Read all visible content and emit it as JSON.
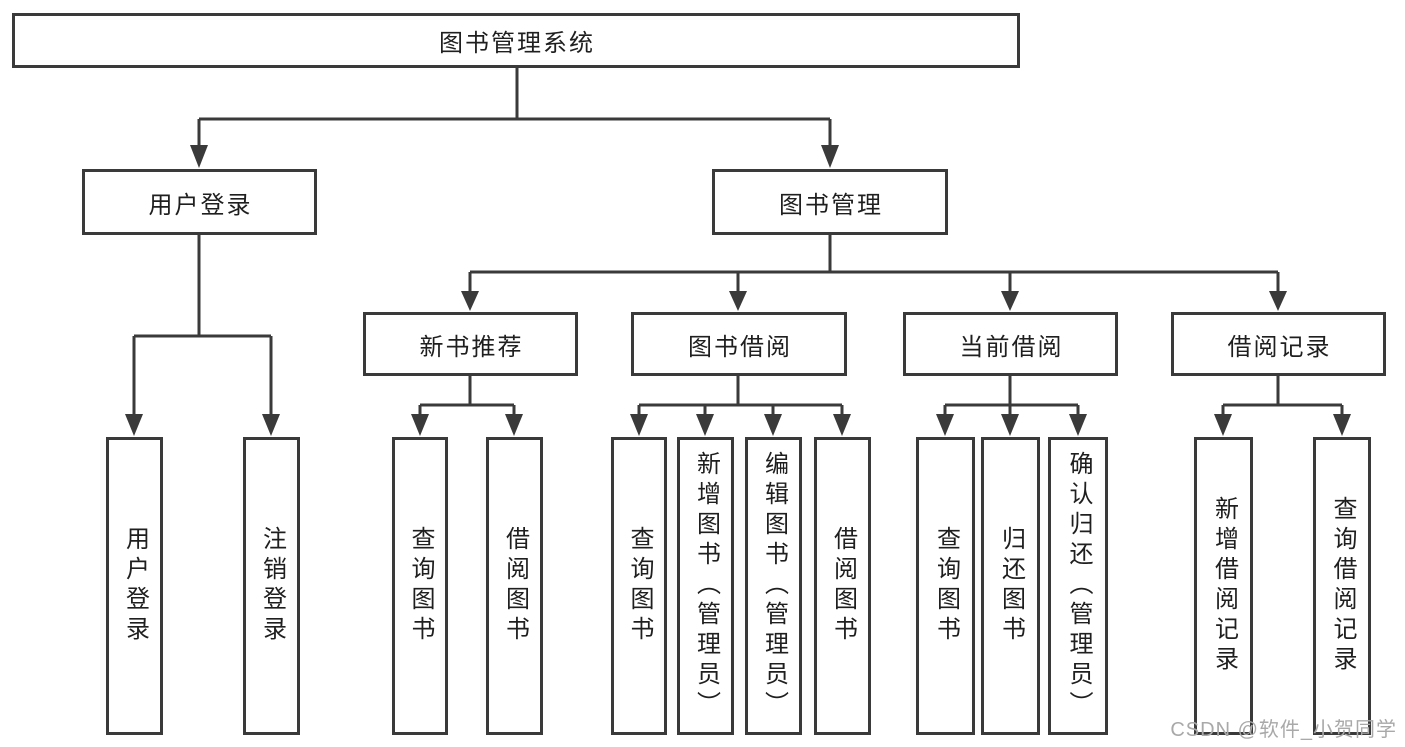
{
  "diagram": {
    "root": {
      "label": "图书管理系统"
    },
    "branches": [
      {
        "label": "用户登录",
        "children": [
          {
            "label": "用户登录"
          },
          {
            "label": "注销登录"
          }
        ]
      },
      {
        "label": "图书管理",
        "children": [
          {
            "label": "新书推荐",
            "children": [
              {
                "label": "查询图书"
              },
              {
                "label": "借阅图书"
              }
            ]
          },
          {
            "label": "图书借阅",
            "children": [
              {
                "label": "查询图书"
              },
              {
                "label": "新增图书（管理员）"
              },
              {
                "label": "编辑图书（管理员）"
              },
              {
                "label": "借阅图书"
              }
            ]
          },
          {
            "label": "当前借阅",
            "children": [
              {
                "label": "查询图书"
              },
              {
                "label": "归还图书"
              },
              {
                "label": "确认归还（管理员）"
              }
            ]
          },
          {
            "label": "借阅记录",
            "children": [
              {
                "label": "新增借阅记录"
              },
              {
                "label": "查询借阅记录"
              }
            ]
          }
        ]
      }
    ]
  },
  "colors": {
    "line": "#3a3a3a",
    "text": "#1f1f1f",
    "watermark": "#a9a9a9"
  },
  "watermark": "CSDN @软件_小贺同学"
}
